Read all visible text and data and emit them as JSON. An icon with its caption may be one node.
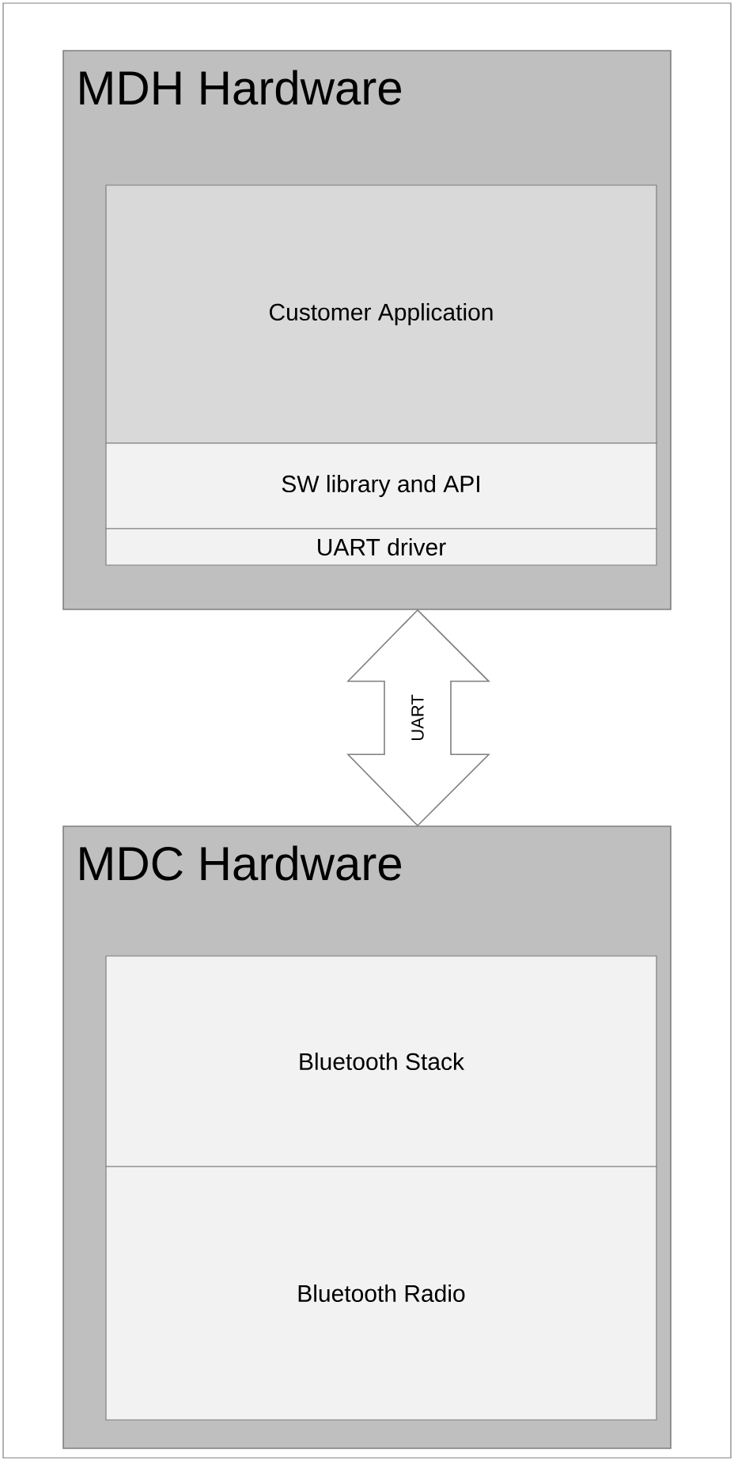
{
  "diagram": {
    "nodes": [
      {
        "text": [
          "MDH Hardware"
        ]
      },
      {
        "text": [
          "Customer Application"
        ],
        "in": 0
      },
      {
        "text": [
          "SW library and API"
        ],
        "in": 0
      },
      {
        "text": [
          "UART driver"
        ],
        "in": 0
      },
      {
        "text": [
          "MDC Hardware"
        ]
      },
      {
        "text": [
          "Bluetooth Stack"
        ],
        "in": 4
      },
      {
        "text": [
          "Bluetooth Radio"
        ],
        "in": 4
      }
    ],
    "edges": [
      {
        "from": 0,
        "to": 4,
        "arrow": "both",
        "label": "UART"
      }
    ]
  }
}
